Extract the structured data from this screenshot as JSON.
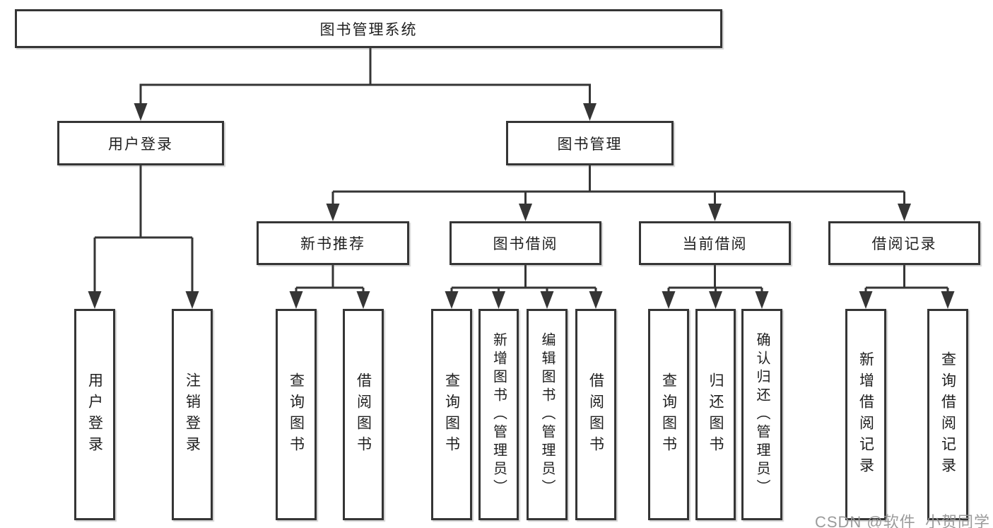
{
  "diagram_title": "图书管理系统",
  "tree": {
    "root": {
      "label": "图书管理系统"
    },
    "branches": [
      {
        "label": "用户登录",
        "children": [
          {
            "label": "用户登录"
          },
          {
            "label": "注销登录"
          }
        ]
      },
      {
        "label": "图书管理",
        "children": [
          {
            "label": "新书推荐",
            "children": [
              {
                "label": "查询图书"
              },
              {
                "label": "借阅图书"
              }
            ]
          },
          {
            "label": "图书借阅",
            "children": [
              {
                "label": "查询图书"
              },
              {
                "label": "新增图书（管理员）"
              },
              {
                "label": "编辑图书（管理员）"
              },
              {
                "label": "借阅图书"
              }
            ]
          },
          {
            "label": "当前借阅",
            "children": [
              {
                "label": "查询图书"
              },
              {
                "label": "归还图书"
              },
              {
                "label": "确认归还（管理员）"
              }
            ]
          },
          {
            "label": "借阅记录",
            "children": [
              {
                "label": "新增借阅记录"
              },
              {
                "label": "查询借阅记录"
              }
            ]
          }
        ]
      }
    ]
  },
  "watermark": "CSDN @软件_小贺同学",
  "colors": {
    "line": "#353535",
    "box_border": "#353535",
    "box_bg": "#ffffff",
    "text": "#1f1f1f",
    "watermark": "#969696"
  }
}
